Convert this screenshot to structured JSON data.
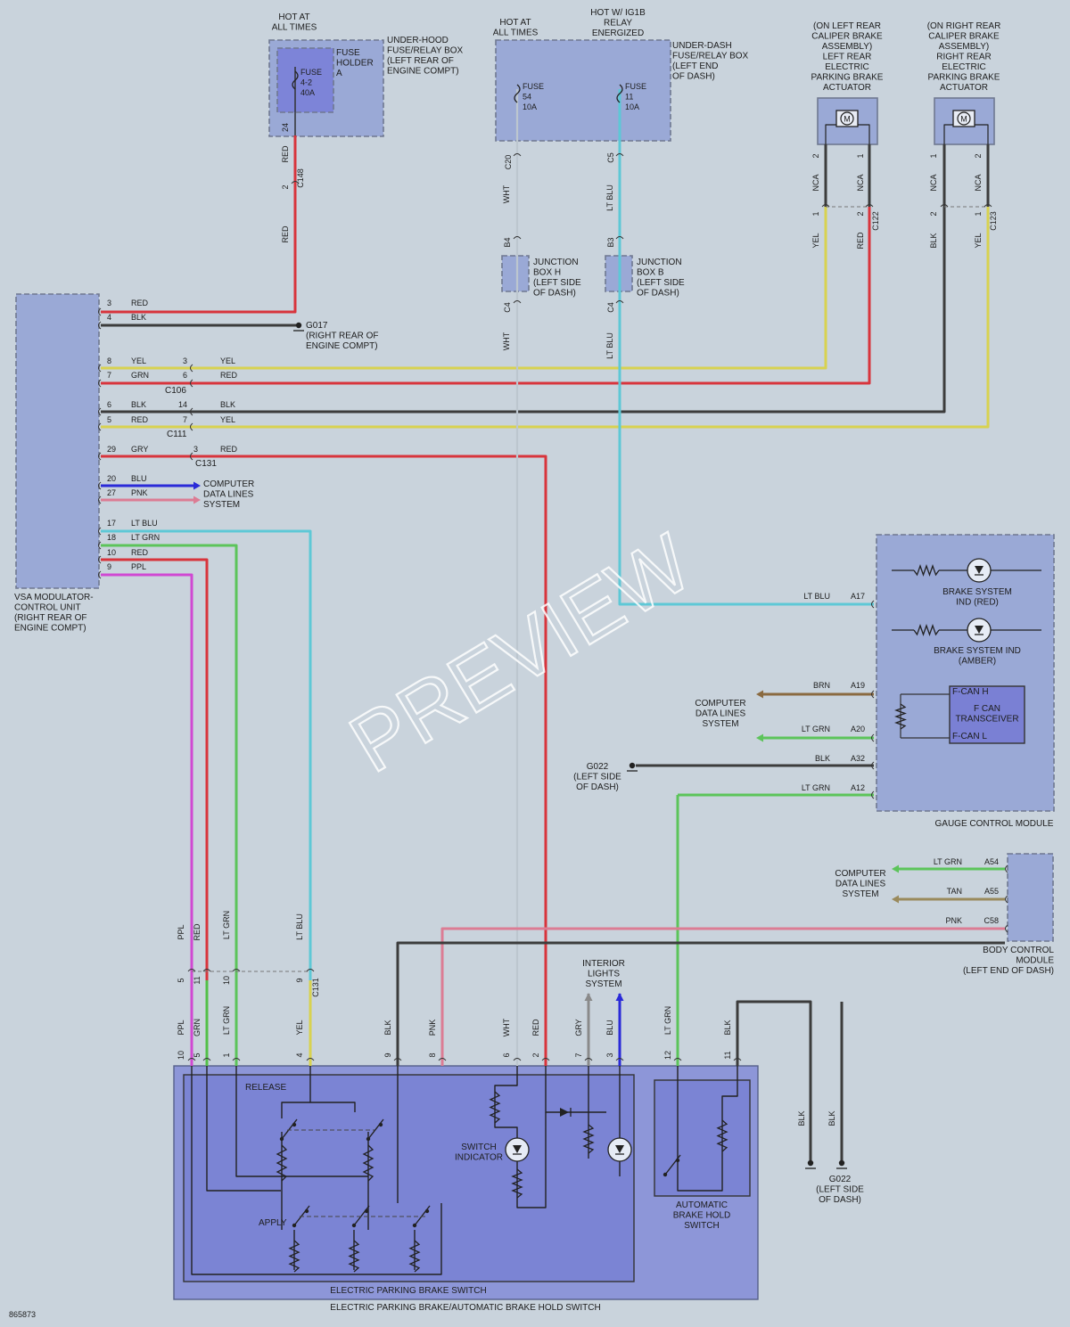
{
  "diagram_id": "865873",
  "watermark": "PREVIEW",
  "colors": {
    "RED": "#d8343c",
    "BLK": "#3c3c3c",
    "YEL": "#d8d250",
    "GRN": "#52c048",
    "LTBLU": "#5ec8d6",
    "LTGRN": "#5cc45a",
    "PPL": "#d048d2",
    "PNK": "#dc7c94",
    "BLU": "#2a2ad8",
    "GRY": "#8a8a8a",
    "WHT": "#bcc6cf",
    "BRN": "#8a6a40",
    "TAN": "#9a8a5c",
    "box_fill": "#9aa9d6",
    "fuse_fill": "#7d84d8",
    "switch_fill": "#7b84d4",
    "bg": "#c9d3dc"
  },
  "power_sources": {
    "hot1": "HOT AT\nALL TIMES",
    "hot2": "HOT AT\nALL TIMES",
    "hot3": "HOT W/ IG1B\nRELAY\nENERGIZED"
  },
  "boxes": {
    "underhood": "UNDER-HOOD\nFUSE/RELAY BOX\n(LEFT REAR OF\nENGINE COMPT)",
    "fuse_holder": "FUSE\nHOLDER\nA",
    "fuse_4_2": "FUSE\n4-2\n40A",
    "underdash": "UNDER-DASH\nFUSE/RELAY BOX\n(LEFT END\nOF DASH)",
    "fuse_54": "FUSE\n54\n10A",
    "fuse_11": "FUSE\n11\n10A",
    "left_act": "(ON LEFT REAR\nCALIPER BRAKE\nASSEMBLY)\nLEFT REAR\nELECTRIC\nPARKING BRAKE\nACTUATOR",
    "right_act": "(ON RIGHT REAR\nCALIPER BRAKE\nASSEMBLY)\nRIGHT REAR\nELECTRIC\nPARKING BRAKE\nACTUATOR",
    "jb_h": "JUNCTION\nBOX H\n(LEFT SIDE\nOF DASH)",
    "jb_b": "JUNCTION\nBOX B\n(LEFT SIDE\nOF DASH)",
    "vsa": "VSA MODULATOR-\nCONTROL UNIT\n(RIGHT REAR OF\nENGINE COMPT)",
    "g017": "G017\n(RIGHT REAR OF\nENGINE COMPT)",
    "cdls1": "COMPUTER\nDATA LINES\nSYSTEM",
    "gauge": "GAUGE CONTROL MODULE",
    "brake_red": "BRAKE SYSTEM\nIND (RED)",
    "brake_amber": "BRAKE SYSTEM IND\n(AMBER)",
    "fcan": "F CAN\nTRANSCEIVER",
    "fcan_h": "F-CAN H",
    "fcan_l": "F-CAN L",
    "cdls2": "COMPUTER\nDATA LINES\nSYSTEM",
    "g022a": "G022\n(LEFT SIDE\nOF DASH)",
    "cdls3": "COMPUTER\nDATA LINES\nSYSTEM",
    "bcm": "BODY CONTROL\nMODULE\n(LEFT END OF DASH)",
    "interior": "INTERIOR\nLIGHTS\nSYSTEM",
    "g022b": "G022\n(LEFT SIDE\nOF DASH)",
    "release": "RELEASE",
    "apply": "APPLY",
    "switch_ind": "SWITCH\nINDICATOR",
    "auto_hold": "AUTOMATIC\nBRAKE HOLD\nSWITCH",
    "epb": "ELECTRIC PARKING BRAKE SWITCH",
    "epb_abh": "ELECTRIC PARKING BRAKE/AUTOMATIC BRAKE HOLD SWITCH"
  },
  "connectors": {
    "c148": "C148",
    "c106": "C106",
    "c111": "C111",
    "c131a": "C131",
    "c131b": "C131",
    "c122": "C122",
    "c123": "C123",
    "c20": "C20",
    "c5": "C5",
    "b4": "B4",
    "b3": "B3",
    "c4a": "C4",
    "c4b": "C4"
  },
  "vsa_pins": [
    {
      "pin": "3",
      "wire": "RED"
    },
    {
      "pin": "4",
      "wire": "BLK"
    },
    {
      "pin": "8",
      "wire": "YEL"
    },
    {
      "pin": "7",
      "wire": "GRN"
    },
    {
      "pin": "6",
      "wire": "BLK"
    },
    {
      "pin": "5",
      "wire": "RED"
    },
    {
      "pin": "29",
      "wire": "GRY"
    },
    {
      "pin": "20",
      "wire": "BLU"
    },
    {
      "pin": "27",
      "wire": "PNK"
    },
    {
      "pin": "17",
      "wire": "LT BLU"
    },
    {
      "pin": "18",
      "wire": "LT GRN"
    },
    {
      "pin": "10",
      "wire": "RED"
    },
    {
      "pin": "9",
      "wire": "PPL"
    }
  ],
  "mid_pins": [
    {
      "pin": "3",
      "wire": "YEL"
    },
    {
      "pin": "6",
      "wire": "RED"
    },
    {
      "pin": "14",
      "wire": "BLK"
    },
    {
      "pin": "7",
      "wire": "YEL"
    },
    {
      "pin": "3",
      "wire": "RED"
    }
  ],
  "gauge_pins": [
    {
      "pin": "A17",
      "wire": "LT BLU"
    },
    {
      "pin": "A19",
      "wire": "BRN"
    },
    {
      "pin": "A20",
      "wire": "LT GRN"
    },
    {
      "pin": "A32",
      "wire": "BLK"
    },
    {
      "pin": "A12",
      "wire": "LT GRN"
    }
  ],
  "bcm_pins": [
    {
      "pin": "A54",
      "wire": "LT GRN"
    },
    {
      "pin": "A55",
      "wire": "TAN"
    },
    {
      "pin": "C58",
      "wire": "PNK"
    }
  ],
  "vlabels": {
    "p24": "24",
    "red_a": "RED",
    "p2": "2",
    "red_b": "RED",
    "p_c20": "C20",
    "wht_a": "WHT",
    "p_c5": "C5",
    "ltblu_a": "LT BLU",
    "wht_b": "WHT",
    "ltblu_b": "LT BLU",
    "la_2": "2",
    "la_1": "1",
    "la_nca1": "NCA",
    "la_nca2": "NCA",
    "la_1b": "1",
    "la_2b": "2",
    "la_yel": "YEL",
    "la_red": "RED",
    "ra_1": "1",
    "ra_2": "2",
    "ra_nca1": "NCA",
    "ra_nca2": "NCA",
    "ra_2b": "2",
    "ra_1b": "1",
    "ra_blk": "BLK",
    "ra_yel": "YEL",
    "c131_ppl": "PPL",
    "c131_red": "RED",
    "c131_ltgrn": "LT GRN",
    "c131_ltblu": "LT BLU",
    "c131_5": "5",
    "c131_11": "11",
    "c131_10": "10",
    "c131_9": "9",
    "sw_ppl": "PPL",
    "sw_grn": "GRN",
    "sw_ltgrn": "LT GRN",
    "sw_yel": "YEL",
    "sw_blk": "BLK",
    "sw_pnk": "PNK",
    "sw_wht": "WHT",
    "sw_red": "RED",
    "sw_gry": "GRY",
    "sw_blu": "BLU",
    "sw_ltgrn2": "LT GRN",
    "sw_blk2": "BLK",
    "sp10": "10",
    "sp5": "5",
    "sp1": "1",
    "sp4": "4",
    "sp9": "9",
    "sp8": "8",
    "sp6": "6",
    "sp2": "2",
    "sp7": "7",
    "sp3": "3",
    "sp12": "12",
    "sp11": "11",
    "g_blk1": "BLK",
    "g_blk2": "BLK"
  }
}
